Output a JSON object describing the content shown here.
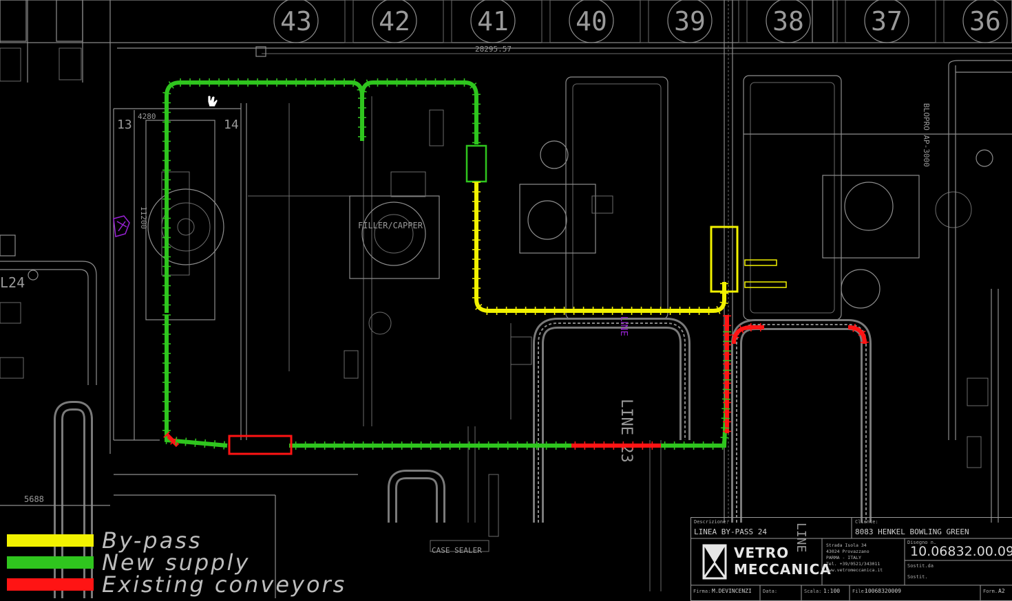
{
  "drawing": {
    "cell_numbers": [
      "43",
      "42",
      "41",
      "40",
      "39",
      "38",
      "37",
      "36"
    ],
    "dimension_top": "28295.57",
    "dimension_left": "4280",
    "dimension_bottom": "5688",
    "dimension_vertical": "11200",
    "grid_labels": [
      "13",
      "14"
    ],
    "machine_label": "FILLER/CAPPER",
    "case_sealer_label": "CASE SEALER",
    "line_labels": [
      "LINE 23",
      "LINE",
      "L24"
    ],
    "equipment_note": "BLOPRO AP-3000",
    "colors": {
      "bypass": "#f2f200",
      "new_supply": "#2fc51e",
      "existing": "#ff1414",
      "cad": "#8e8e8e",
      "purple": "#9a22d6"
    }
  },
  "legend": {
    "items": [
      {
        "label": "By-pass",
        "color": "#f2f200"
      },
      {
        "label": "New supply",
        "color": "#2fc51e"
      },
      {
        "label": "Existing conveyors",
        "color": "#ff1414"
      }
    ]
  },
  "title_block": {
    "description_caption": "Descrizione:",
    "description": "LINEA BY-PASS 24",
    "client_caption": "Cliente:",
    "client": "8083 HENKEL BOWLING GREEN",
    "drawing_caption": "Disegno n.",
    "drawing_number": "10.06832.00.09",
    "company_line1": "VETRO",
    "company_line2": "MECCANICA",
    "address": [
      "Strada Isola 34",
      "43024 Provazzano",
      "PARMA - ITALY",
      "Tel. +39/0521/343011",
      "www.vetromeccanica.it"
    ],
    "footer": [
      {
        "caption": "Firma:",
        "value": "M.DEVINCENZI"
      },
      {
        "caption": "Data:",
        "value": ""
      },
      {
        "caption": "Scala:",
        "value": "1:100"
      },
      {
        "caption": "File:",
        "value": "10068320009"
      },
      {
        "caption": "Form.",
        "value": "A2"
      }
    ],
    "side_captions": [
      "Sostit.da",
      "Sostit."
    ]
  }
}
